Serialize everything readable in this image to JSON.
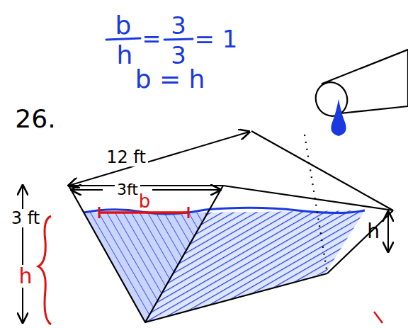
{
  "diagram": {
    "labels": [
      "b",
      "h",
      "=",
      "3",
      "3",
      "= 1",
      "b = h",
      "26.",
      "12 ft",
      "3ft",
      "3 ft",
      "b",
      "h",
      "h"
    ]
  }
}
